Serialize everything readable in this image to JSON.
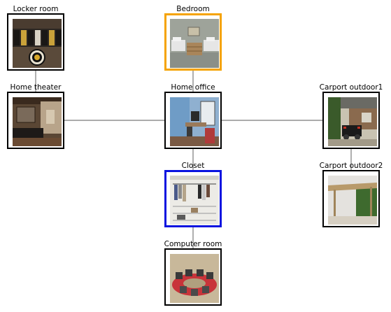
{
  "diagram": {
    "nodes": {
      "locker_room": {
        "label": "Locker room"
      },
      "bedroom": {
        "label": "Bedroom",
        "highlight": "orange"
      },
      "home_theater": {
        "label": "Home theater"
      },
      "home_office": {
        "label": "Home office"
      },
      "carport_outdoor1": {
        "label": "Carport outdoor1"
      },
      "closet": {
        "label": "Closet",
        "highlight": "blue"
      },
      "carport_outdoor2": {
        "label": "Carport outdoor2"
      },
      "computer_room": {
        "label": "Computer room"
      }
    },
    "edges": [
      [
        "locker_room",
        "home_theater"
      ],
      [
        "home_theater",
        "home_office"
      ],
      [
        "bedroom",
        "home_office"
      ],
      [
        "home_office",
        "carport_outdoor1"
      ],
      [
        "home_office",
        "closet"
      ],
      [
        "closet",
        "computer_room"
      ],
      [
        "carport_outdoor1",
        "carport_outdoor2"
      ]
    ],
    "colors": {
      "edge": "#7a7a7a",
      "highlight_orange": "#f5a300",
      "highlight_blue": "#0a14e0"
    }
  }
}
